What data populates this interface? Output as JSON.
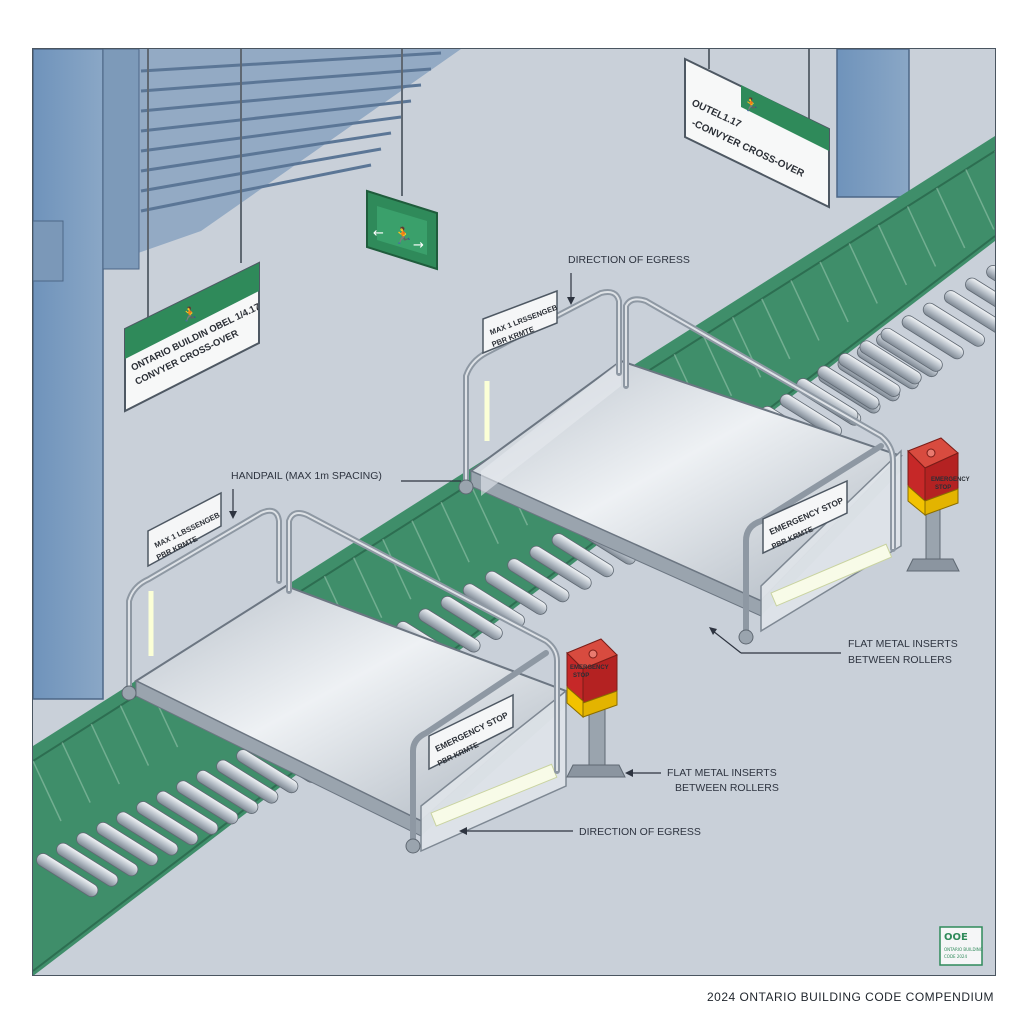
{
  "callouts": {
    "egress_top": "DIRECTION OF EGRESS",
    "handrail": "HANDPAIL (MAX 1m SPACING)",
    "inserts_right_1": "FLAT METAL INSERTS",
    "inserts_right_2": "BETWEEN ROLLERS",
    "inserts_mid_1": "FLAT METAL INSERTS",
    "inserts_mid_2": "BETWEEN ROLLERS",
    "egress_bottom": "DIRECTION OF EGRESS"
  },
  "signs": {
    "hanging_left_1": "ONTARIO BUILDIN OBEL 1/4.17",
    "hanging_left_2": "CONVYER CROSS-OVER",
    "hanging_right_1": "OUTEL1.17",
    "hanging_right_2": "-CONVYER CROSS-OVER",
    "gate_back_1": "MAX 1 LRSSENGEB",
    "gate_back_2": "PBR KRMTE",
    "gate_front_1": "MAX 1 LBSSENGEB",
    "gate_front_2": "PBR KRMTE",
    "estop_front_1": "EMERGENCY STOP",
    "estop_front_2": "PBR KRMTE",
    "estop_back_1": "EMERGENCY STOP",
    "estop_back_2": "PBR KRMTE",
    "estop_box_1": "EMERGENCY",
    "estop_box_2": "STOP",
    "estop_box_front_1": "EMERGENCY",
    "estop_box_front_2": "STOP",
    "badge_1": "OOE",
    "badge_2": "ONTARIO BUILDING",
    "badge_3": "CODE 2024"
  },
  "footer": {
    "caption": "2024 ONTARIO BUILDING CODE COMPENDIUM"
  },
  "colors": {
    "floor": "#c9d0d9",
    "belt_green": "#3f8e6a",
    "sign_green": "#2f8a5a",
    "estop_red": "#c62828",
    "estop_yellow": "#f2c200",
    "wall_blue": "#6d8fb3"
  },
  "icons": [
    "exit-running-man-icon",
    "exit-arrow-left-icon",
    "exit-arrow-right-icon"
  ]
}
